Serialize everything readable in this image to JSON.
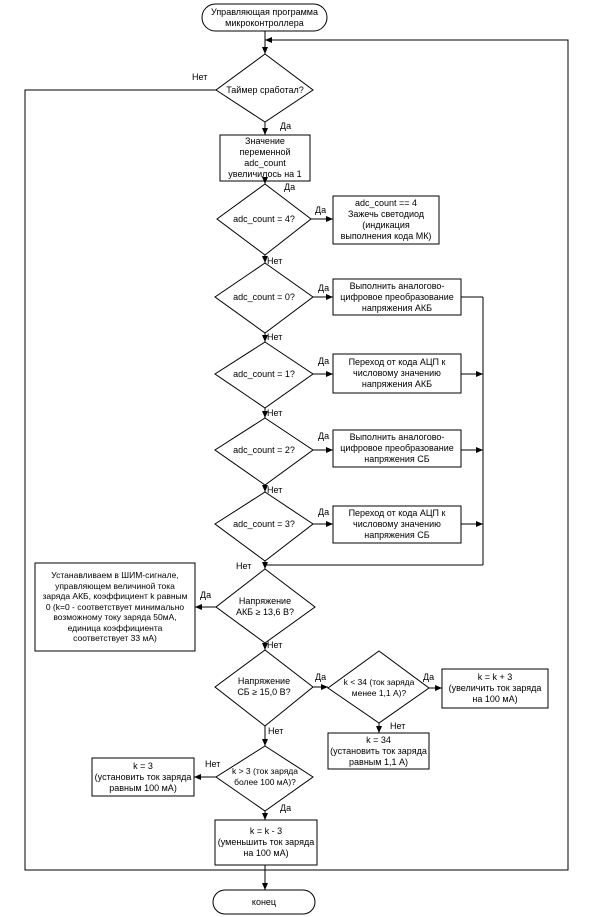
{
  "nodes": {
    "start": "Управляющая программа\nмикроконтроллера",
    "d_timer": "Таймер сработал?",
    "p_increment": "Значение\nпеременной\nadc_count\nувеличилось на 1",
    "d_eq4": "adc_count = 4?",
    "p_led": "adc_count == 4\nЗажечь светодиод\n(индикация\nвыполнения кода МК)",
    "d_eq0": "adc_count = 0?",
    "p_adc_akb": "Выполнить аналогово-\nцифровое преобразование\nнапряжения АКБ",
    "d_eq1": "adc_count = 1?",
    "p_conv_akb": "Переход от кода АЦП к\nчисловому значению\nнапряжения АКБ",
    "d_eq2": "adc_count = 2?",
    "p_adc_sb": "Выполнить аналогово-\nцифровое преобразование\nнапряжения СБ",
    "d_eq3": "adc_count = 3?",
    "p_conv_sb": "Переход от кода АЦП к\nчисловому значению\nнапряжения СБ",
    "p_pwm_zero": "Устанавливаем в ШИМ-сигнале,\nуправляющем величиной тока\nзаряда АКБ, коэффициент k равным\n0 (k=0 - соответствует минимально\nвозможному току заряда 50мА,\nединица коэффициента\nсоответствует 33 мА)",
    "d_akb": "Напряжение\nАКБ ≥ 13,6 В?",
    "d_sb": "Напряжение\nСБ ≥ 15,0 В?",
    "d_k34": "k < 34 (ток заряда\nменее 1,1 А)?",
    "p_k_plus3": "k = k + 3\n(увеличить ток заряда\nна 100 мА)",
    "p_k_34": "k = 34\n(установить ток заряда\nравным 1,1 А)",
    "d_k3": "k > 3 (ток заряда\nболее 100 мА)?",
    "p_k_3": "k = 3\n(установить ток заряда\nравным 100 мА)",
    "p_k_minus3": "k = k - 3\n(уменьшить ток заряда\nна 100 мА)",
    "end": "конец"
  },
  "edge_labels": {
    "timer_no": "Нет",
    "timer_yes": "Да",
    "inc_yes": "Да",
    "eq4_yes": "Да",
    "eq4_no": "Нет",
    "eq0_yes": "Да",
    "eq0_no": "Нет",
    "eq1_yes": "Да",
    "eq1_no": "Нет",
    "eq2_yes": "Да",
    "eq2_no": "Нет",
    "eq3_yes": "Да",
    "eq3_no": "Нет",
    "akb_yes": "Да",
    "akb_no": "Нет",
    "sb_yes": "Да",
    "sb_no": "Нет",
    "k34_yes": "Да",
    "k34_no": "Нет",
    "k3_no": "Нет",
    "k3_yes": "Да"
  }
}
